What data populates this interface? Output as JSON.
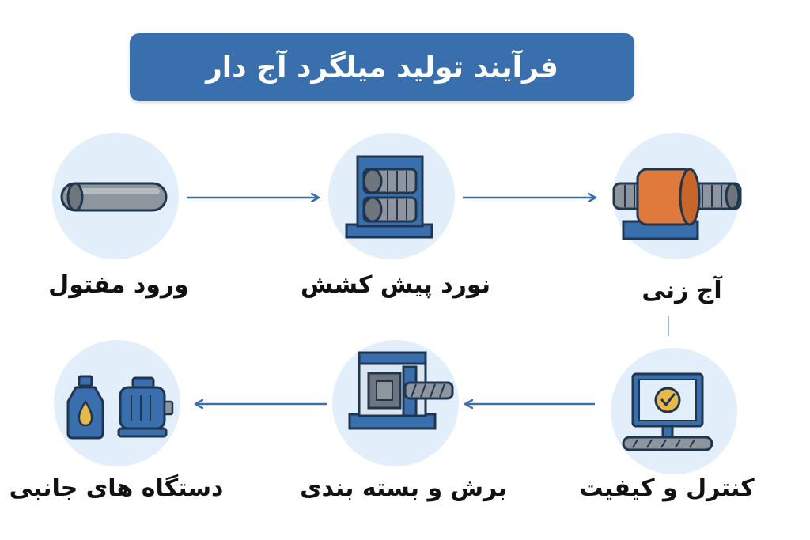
{
  "title": "فرآیند تولید میلگرد آج دار",
  "steps": [
    {
      "label": "ورود مفتول",
      "icon": "wire-rod-icon"
    },
    {
      "label": "نورد پیش کشش",
      "icon": "rolling-mill-icon"
    },
    {
      "label": "آج زنی",
      "icon": "ribbing-machine-icon"
    },
    {
      "label": "کنترل و کیفیت",
      "icon": "quality-monitor-icon"
    },
    {
      "label": "برش و بسته بندی",
      "icon": "cutting-machine-icon"
    },
    {
      "label": "دستگاه های جانبی",
      "icon": "oil-bottle-and-motor-icon"
    }
  ],
  "colors": {
    "primary": "#3a6fae",
    "circle_bg": "#e2eef9",
    "steel": "#8e959c",
    "accent_orange": "#e07a3c",
    "check_yellow": "#e6b94a"
  }
}
